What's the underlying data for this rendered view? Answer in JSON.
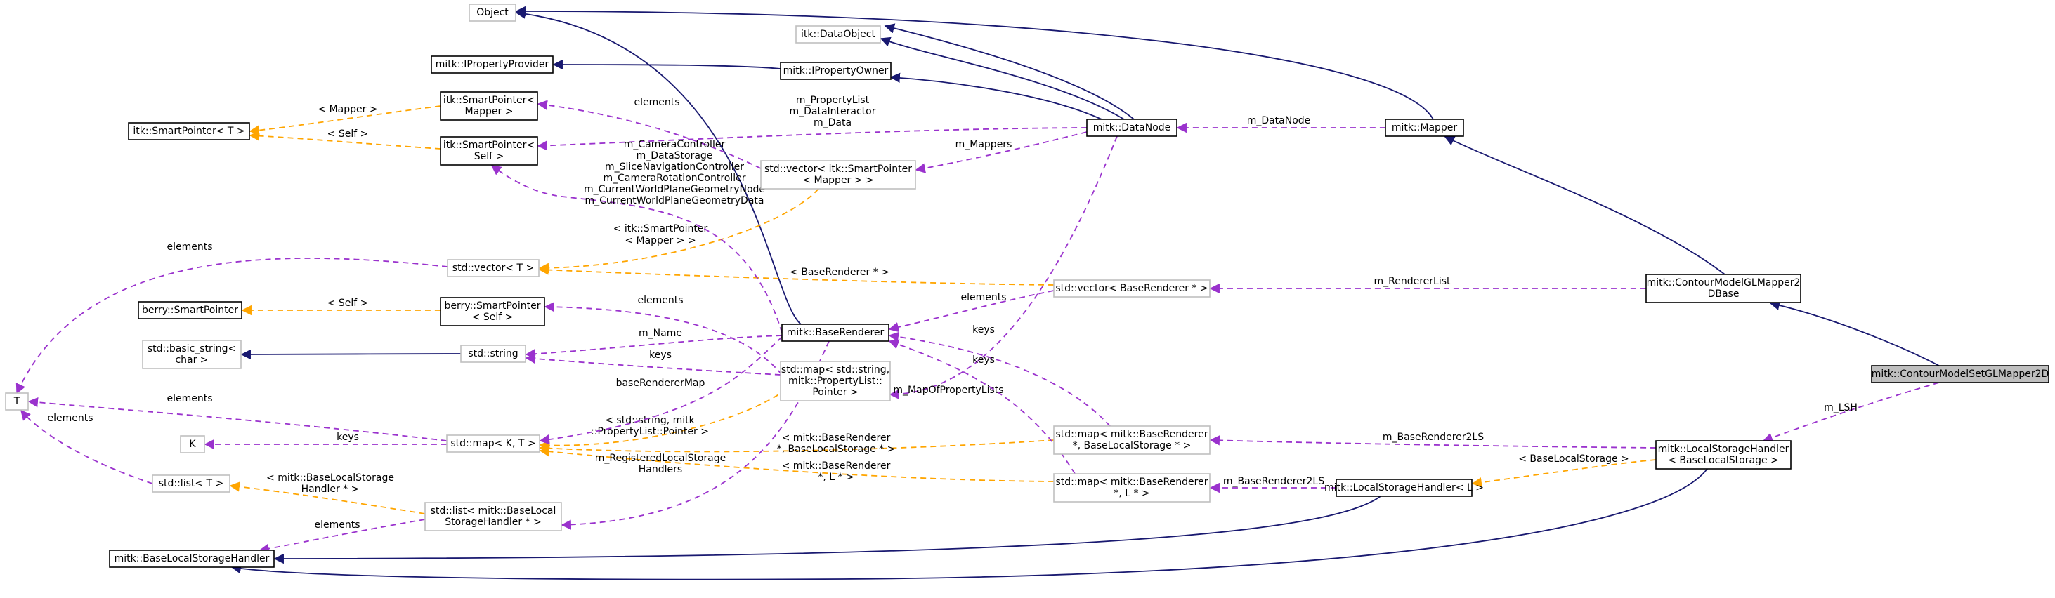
{
  "nodes": [
    {
      "id": "object",
      "lines": [
        "Object"
      ],
      "style": "faded"
    },
    {
      "id": "itk_dataobject",
      "lines": [
        "itk::DataObject"
      ],
      "style": "faded"
    },
    {
      "id": "ipropertyprovider",
      "lines": [
        "mitk::IPropertyProvider"
      ],
      "style": "solid"
    },
    {
      "id": "ipropertyowner",
      "lines": [
        "mitk::IPropertyOwner"
      ],
      "style": "solid"
    },
    {
      "id": "itk_sp_mapper",
      "lines": [
        "itk::SmartPointer<",
        "Mapper >"
      ],
      "style": "solid"
    },
    {
      "id": "itk_sp_T",
      "lines": [
        "itk::SmartPointer< T >"
      ],
      "style": "solid"
    },
    {
      "id": "itk_sp_self",
      "lines": [
        "itk::SmartPointer<",
        "Self >"
      ],
      "style": "solid"
    },
    {
      "id": "datanode",
      "lines": [
        "mitk::DataNode"
      ],
      "style": "solid"
    },
    {
      "id": "mapper",
      "lines": [
        "mitk::Mapper"
      ],
      "style": "solid"
    },
    {
      "id": "vec_sp_mapper",
      "lines": [
        "std::vector< itk::SmartPointer",
        "< Mapper > >"
      ],
      "style": "faded"
    },
    {
      "id": "vec_T",
      "lines": [
        "std::vector< T >"
      ],
      "style": "faded"
    },
    {
      "id": "berry_sp",
      "lines": [
        "berry::SmartPointer"
      ],
      "style": "solid"
    },
    {
      "id": "berry_sp_self",
      "lines": [
        "berry::SmartPointer",
        "< Self >"
      ],
      "style": "solid"
    },
    {
      "id": "vec_baserenderer",
      "lines": [
        "std::vector< BaseRenderer * >"
      ],
      "style": "faded"
    },
    {
      "id": "cm_gl_mapper2dbase",
      "lines": [
        "mitk::ContourModelGLMapper2",
        "DBase"
      ],
      "style": "solid"
    },
    {
      "id": "baserenderer",
      "lines": [
        "mitk::BaseRenderer"
      ],
      "style": "solid"
    },
    {
      "id": "basic_string",
      "lines": [
        "std::basic_string<",
        "char >"
      ],
      "style": "faded"
    },
    {
      "id": "std_string",
      "lines": [
        "std::string"
      ],
      "style": "faded"
    },
    {
      "id": "map_string_pl",
      "lines": [
        "std::map< std::string,",
        "mitk::PropertyList::",
        "Pointer >"
      ],
      "style": "faded"
    },
    {
      "id": "T",
      "lines": [
        "T"
      ],
      "style": "faded"
    },
    {
      "id": "cms_gl_mapper2d",
      "lines": [
        "mitk::ContourModelSetGLMapper2D"
      ],
      "style": "focus"
    },
    {
      "id": "K",
      "lines": [
        "K"
      ],
      "style": "faded"
    },
    {
      "id": "map_K_T",
      "lines": [
        "std::map< K, T >"
      ],
      "style": "faded"
    },
    {
      "id": "map_br_bls",
      "lines": [
        "std::map< mitk::BaseRenderer",
        "*, BaseLocalStorage * >"
      ],
      "style": "faded"
    },
    {
      "id": "lsh_bls",
      "lines": [
        "mitk::LocalStorageHandler",
        "< BaseLocalStorage >"
      ],
      "style": "solid"
    },
    {
      "id": "list_T",
      "lines": [
        "std::list< T >"
      ],
      "style": "faded"
    },
    {
      "id": "map_br_L",
      "lines": [
        "std::map< mitk::BaseRenderer",
        "*, L * >"
      ],
      "style": "faded"
    },
    {
      "id": "lsh_L",
      "lines": [
        "mitk::LocalStorageHandler< L >"
      ],
      "style": "solid"
    },
    {
      "id": "list_bls_handler",
      "lines": [
        "std::list< mitk::BaseLocal",
        "StorageHandler * >"
      ],
      "style": "faded"
    },
    {
      "id": "base_lsh",
      "lines": [
        "mitk::BaseLocalStorageHandler"
      ],
      "style": "solid"
    }
  ],
  "edges": [
    {
      "id": "e_object_datanode",
      "kind": "inherit",
      "labels": []
    },
    {
      "id": "e_object_mapper",
      "kind": "inherit",
      "labels": []
    },
    {
      "id": "e_object_baserenderer",
      "kind": "inherit",
      "labels": []
    },
    {
      "id": "e_dataobject_datanode",
      "kind": "inherit",
      "labels": []
    },
    {
      "id": "e_provider_owner",
      "kind": "inherit",
      "labels": []
    },
    {
      "id": "e_owner_datanode",
      "kind": "inherit",
      "labels": []
    },
    {
      "id": "e_mapper_cmbase",
      "kind": "inherit",
      "labels": []
    },
    {
      "id": "e_cmbase_cms",
      "kind": "inherit",
      "labels": []
    },
    {
      "id": "e_basicstring_string",
      "kind": "inherit",
      "labels": []
    },
    {
      "id": "e_baselsh_lshL",
      "kind": "inherit",
      "labels": []
    },
    {
      "id": "e_baselsh_lshbls",
      "kind": "inherit",
      "labels": []
    },
    {
      "id": "e_sp_mapper_tpl",
      "kind": "template",
      "labels": [
        "< Mapper >"
      ]
    },
    {
      "id": "e_sp_self_tpl",
      "kind": "template",
      "labels": [
        "< Self >"
      ]
    },
    {
      "id": "e_berry_tpl",
      "kind": "template",
      "labels": [
        "< Self >"
      ]
    },
    {
      "id": "e_vecsp_tpl",
      "kind": "template",
      "labels": [
        "< itk::SmartPointer",
        "< Mapper > >"
      ]
    },
    {
      "id": "e_vecbr_tpl",
      "kind": "template",
      "labels": [
        "< BaseRenderer * >"
      ]
    },
    {
      "id": "e_mapstr_tpl",
      "kind": "template",
      "labels": [
        "< std::string, mitk",
        "::PropertyList::Pointer >"
      ]
    },
    {
      "id": "e_mapbls_tpl",
      "kind": "template",
      "labels": [
        "< mitk::BaseRenderer",
        "*, BaseLocalStorage * >"
      ]
    },
    {
      "id": "e_mapL_tpl",
      "kind": "template",
      "labels": [
        "< mitk::BaseRenderer",
        "*, L * >"
      ]
    },
    {
      "id": "e_list_tpl",
      "kind": "template",
      "labels": [
        "< mitk::BaseLocalStorage",
        "Handler * >"
      ]
    },
    {
      "id": "e_lsh_tpl",
      "kind": "template",
      "labels": [
        "< BaseLocalStorage >"
      ]
    },
    {
      "id": "e_m_datanode",
      "kind": "member",
      "labels": [
        "m_DataNode"
      ]
    },
    {
      "id": "e_m_propertylist",
      "kind": "member",
      "labels": [
        "m_PropertyList",
        "m_DataInteractor",
        "m_Data"
      ]
    },
    {
      "id": "e_m_mappers",
      "kind": "member",
      "labels": [
        "m_Mappers"
      ]
    },
    {
      "id": "e_elements_spmapper",
      "kind": "member",
      "labels": [
        "elements"
      ]
    },
    {
      "id": "e_m_camera",
      "kind": "member",
      "labels": [
        "m_CameraController",
        "m_DataStorage",
        "m_SliceNavigationController",
        "m_CameraRotationController",
        "m_CurrentWorldPlaneGeometryNode",
        "m_CurrentWorldPlaneGeometryData"
      ]
    },
    {
      "id": "e_elements_vecT_T",
      "kind": "member",
      "labels": [
        "elements"
      ]
    },
    {
      "id": "e_elements_berry",
      "kind": "member",
      "labels": [
        "elements"
      ]
    },
    {
      "id": "e_elements_vecbr",
      "kind": "member",
      "labels": [
        "elements"
      ]
    },
    {
      "id": "e_m_rendererlist",
      "kind": "member",
      "labels": [
        "m_RendererList"
      ]
    },
    {
      "id": "e_m_name",
      "kind": "member",
      "labels": [
        "m_Name"
      ]
    },
    {
      "id": "e_keys_mapstr",
      "kind": "member",
      "labels": [
        "keys"
      ]
    },
    {
      "id": "e_basrenderermap",
      "kind": "member",
      "labels": [
        "baseRendererMap"
      ]
    },
    {
      "id": "e_m_mapofpl",
      "kind": "member",
      "labels": [
        "m_MapOfPropertyLists"
      ]
    },
    {
      "id": "e_keys_mapbls",
      "kind": "member",
      "labels": [
        "keys"
      ]
    },
    {
      "id": "e_keys_mapL",
      "kind": "member",
      "labels": [
        "keys"
      ]
    },
    {
      "id": "e_elements_mapKT_T",
      "kind": "member",
      "labels": [
        "elements"
      ]
    },
    {
      "id": "e_keys_K",
      "kind": "member",
      "labels": [
        "keys"
      ]
    },
    {
      "id": "e_elements_list_T",
      "kind": "member",
      "labels": [
        "elements"
      ]
    },
    {
      "id": "e_m_lsh",
      "kind": "member",
      "labels": [
        "m_LSH"
      ]
    },
    {
      "id": "e_m_br2ls_bls",
      "kind": "member",
      "labels": [
        "m_BaseRenderer2LS"
      ]
    },
    {
      "id": "e_m_br2ls_L",
      "kind": "member",
      "labels": [
        "m_BaseRenderer2LS"
      ]
    },
    {
      "id": "e_m_registered",
      "kind": "member",
      "labels": [
        "m_RegisteredLocalStorage",
        "Handlers"
      ]
    },
    {
      "id": "e_elements_list_bls",
      "kind": "member",
      "labels": [
        "elements"
      ]
    }
  ],
  "colors": {
    "inheritance": "#191970",
    "member": "#9a32cd",
    "template": "#ffa500",
    "node_border": "#000000",
    "faded_border": "#bfbfbf",
    "focus_fill": "#bfbfbf"
  }
}
